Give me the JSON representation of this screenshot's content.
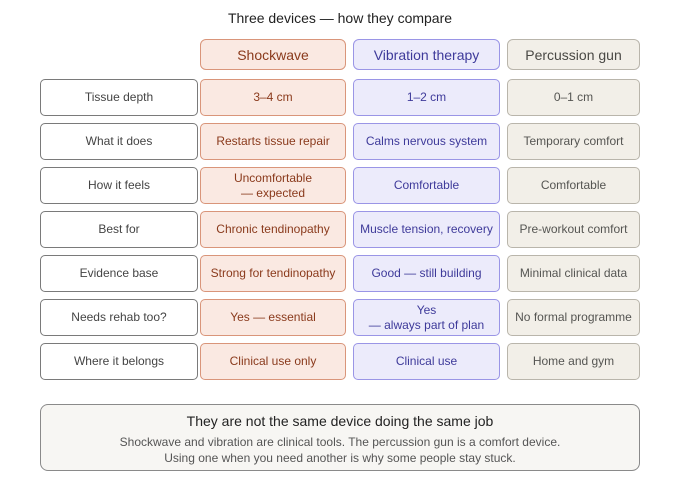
{
  "title": "Three devices — how they compare",
  "columns": {
    "shockwave": "Shockwave",
    "vibration": "Vibration therapy",
    "percussion": "Percussion gun"
  },
  "rows": [
    {
      "label": "Tissue depth",
      "shockwave": "3–4 cm",
      "vibration": "1–2 cm",
      "percussion": "0–1 cm"
    },
    {
      "label": "What it does",
      "shockwave": "Restarts tissue repair",
      "vibration": "Calms nervous system",
      "percussion": "Temporary comfort"
    },
    {
      "label": "How it feels",
      "shockwave": "Uncomfortable\n— expected",
      "vibration": "Comfortable",
      "percussion": "Comfortable"
    },
    {
      "label": "Best for",
      "shockwave": "Chronic tendinopathy",
      "vibration": "Muscle tension, recovery",
      "percussion": "Pre-workout comfort"
    },
    {
      "label": "Evidence base",
      "shockwave": "Strong for tendinopathy",
      "vibration": "Good — still building",
      "percussion": "Minimal clinical data"
    },
    {
      "label": "Needs rehab too?",
      "shockwave": "Yes — essential",
      "vibration": "Yes\n— always part of plan",
      "percussion": "No formal programme"
    },
    {
      "label": "Where it belongs",
      "shockwave": "Clinical use only",
      "vibration": "Clinical use",
      "percussion": "Home and gym"
    }
  ],
  "summary": {
    "title": "They are not the same device doing the same job",
    "line1": "Shockwave and vibration are clinical tools. The percussion gun is a comfort device.",
    "line2": "Using one when you need another is why some people stay stuck."
  },
  "colors": {
    "shockwave_fill": "#fae9e2",
    "shockwave_text": "#8a3a1c",
    "vibration_fill": "#ecebfb",
    "vibration_text": "#3e3a9a",
    "percussion_fill": "#f2efe8",
    "percussion_text": "#4a4945"
  }
}
